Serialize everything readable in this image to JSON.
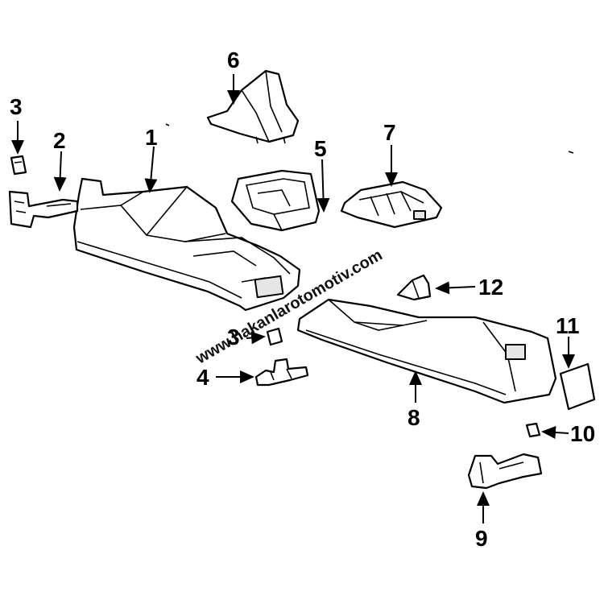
{
  "diagram": {
    "callouts": [
      {
        "id": "c1",
        "label": "1"
      },
      {
        "id": "c2",
        "label": "2"
      },
      {
        "id": "c3a",
        "label": "3"
      },
      {
        "id": "c3b",
        "label": "3"
      },
      {
        "id": "c4",
        "label": "4"
      },
      {
        "id": "c5",
        "label": "5"
      },
      {
        "id": "c6",
        "label": "6"
      },
      {
        "id": "c7",
        "label": "7"
      },
      {
        "id": "c8",
        "label": "8"
      },
      {
        "id": "c9",
        "label": "9"
      },
      {
        "id": "c10",
        "label": "10"
      },
      {
        "id": "c11",
        "label": "11"
      },
      {
        "id": "c12",
        "label": "12"
      }
    ],
    "watermark": "www.hakanlarotomotiv.com"
  }
}
